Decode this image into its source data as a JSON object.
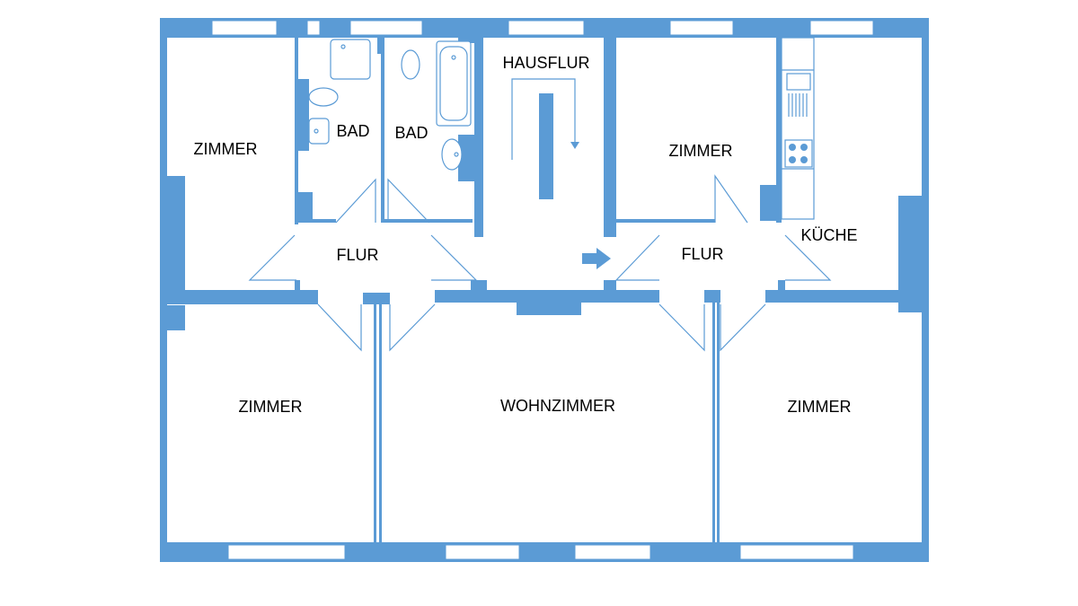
{
  "plan": {
    "wall_color": "#5b9bd5",
    "rooms": {
      "zimmer_top_left": "ZIMMER",
      "bad_1": "BAD",
      "bad_2": "BAD",
      "hausflur": "HAUSFLUR",
      "zimmer_top_right": "ZIMMER",
      "kueche": "KÜCHE",
      "flur_left": "FLUR",
      "flur_right": "FLUR",
      "zimmer_bottom_left": "ZIMMER",
      "wohnzimmer": "WOHNZIMMER",
      "zimmer_bottom_right": "ZIMMER"
    },
    "icons": [
      "stairs-icon",
      "entrance-arrow-icon",
      "shower-tray-icon",
      "toilet-icon",
      "sink-icon",
      "bathtub-icon",
      "stove-icon",
      "kitchen-sink-icon"
    ]
  }
}
